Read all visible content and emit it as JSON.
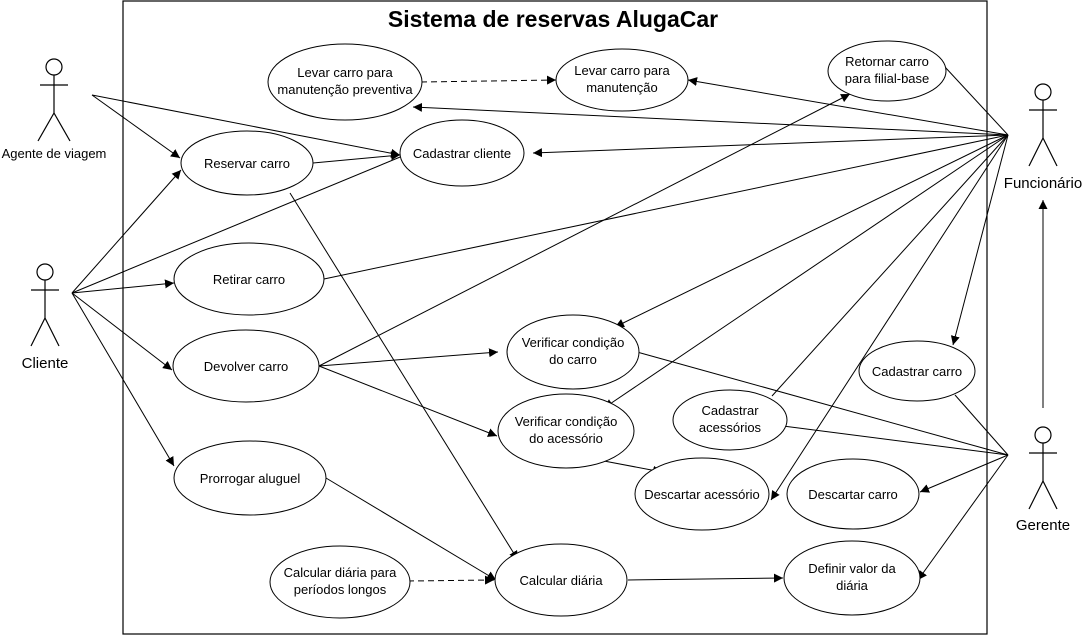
{
  "system": {
    "title": "Sistema de reservas AlugaCar"
  },
  "actors": {
    "agente": "Agente de viagem",
    "cliente": "Cliente",
    "funcionario": "Funcionário",
    "gerente": "Gerente"
  },
  "use_cases": {
    "levar_prev": [
      "Levar carro para",
      "manutenção preventiva"
    ],
    "levar": [
      "Levar carro para",
      "manutenção"
    ],
    "retornar": [
      "Retornar carro",
      "para filial-base"
    ],
    "reservar": [
      "Reservar carro"
    ],
    "cadastrar_cliente": [
      "Cadastrar cliente"
    ],
    "retirar": [
      "Retirar carro"
    ],
    "devolver": [
      "Devolver carro"
    ],
    "verificar_carro": [
      "Verificar condição",
      "do carro"
    ],
    "cadastrar_carro": [
      "Cadastrar carro"
    ],
    "verificar_acessorio": [
      "Verificar condição",
      "do acessório"
    ],
    "cadastrar_acessorios": [
      "Cadastrar",
      "acessórios"
    ],
    "prorrogar": [
      "Prorrogar aluguel"
    ],
    "descartar_acessorio": [
      "Descartar acessório"
    ],
    "descartar_carro": [
      "Descartar carro"
    ],
    "calcular_longos": [
      "Calcular diária para",
      "períodos longos"
    ],
    "calcular": [
      "Calcular diária"
    ],
    "definir_valor": [
      "Definir valor da",
      "diária"
    ]
  },
  "colors": {
    "line": "#000000",
    "background": "#ffffff"
  }
}
